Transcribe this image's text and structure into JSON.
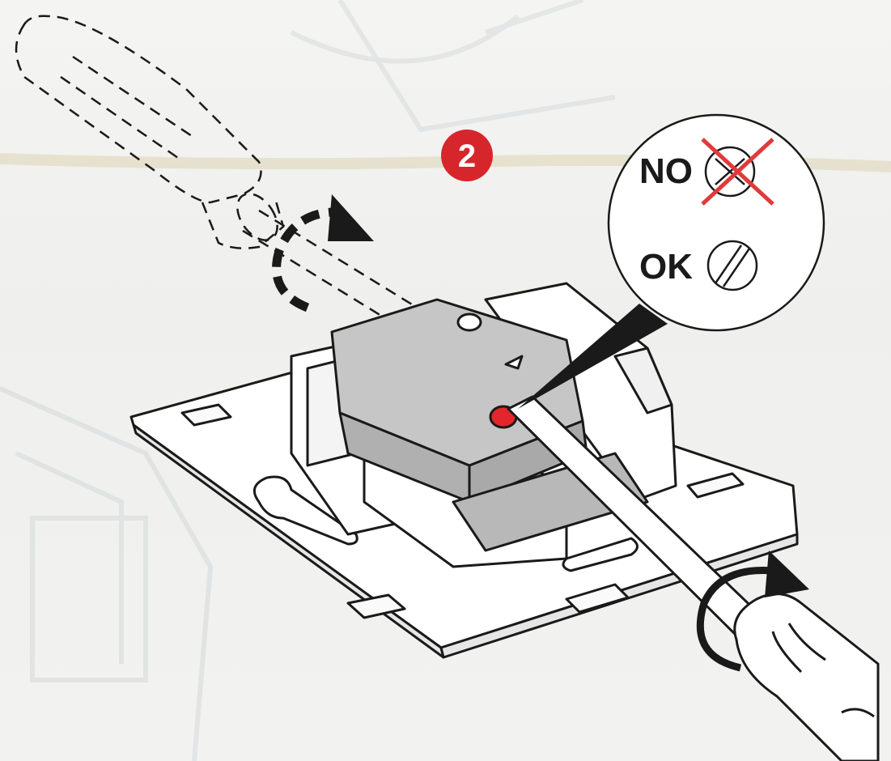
{
  "step": {
    "number": "2",
    "badge_color": "#d7262b"
  },
  "callout": {
    "no_label": "NO",
    "ok_label": "OK",
    "cross_color": "#e03a3a"
  },
  "icons": {
    "wrong_screw": "screw-head-cross-icon",
    "right_screw": "screw-head-slot-icon",
    "rotate_loosen": "dashed-rotation-arrow-icon",
    "rotate_tighten": "rotation-arrow-icon"
  },
  "colors": {
    "line": "#1a1a1a",
    "block_fill": "#c8c8c8",
    "plate_fill": "#ffffff",
    "screw_highlight": "#e3262b"
  }
}
